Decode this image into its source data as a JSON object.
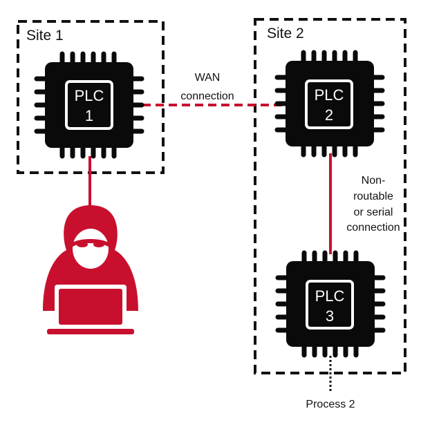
{
  "sites": [
    {
      "label": "Site 1"
    },
    {
      "label": "Site 2"
    }
  ],
  "plcs": [
    {
      "line1": "PLC",
      "line2": "1"
    },
    {
      "line1": "PLC",
      "line2": "2"
    },
    {
      "line1": "PLC",
      "line2": "3"
    }
  ],
  "connections": {
    "wan": {
      "line1": "WAN",
      "line2": "connection"
    },
    "serial": {
      "line1": "Non-",
      "line2": "routable",
      "line3": "or serial",
      "line4": "connection"
    }
  },
  "process": {
    "label": "Process 2"
  },
  "attacker": {
    "icon": "hacker-icon",
    "laptop_icon": "laptop-icon"
  },
  "colors": {
    "attacker_red": "#c8102e",
    "link_red": "#c8102e",
    "chip_black": "#0a0a0a",
    "box_border": "#111111"
  }
}
